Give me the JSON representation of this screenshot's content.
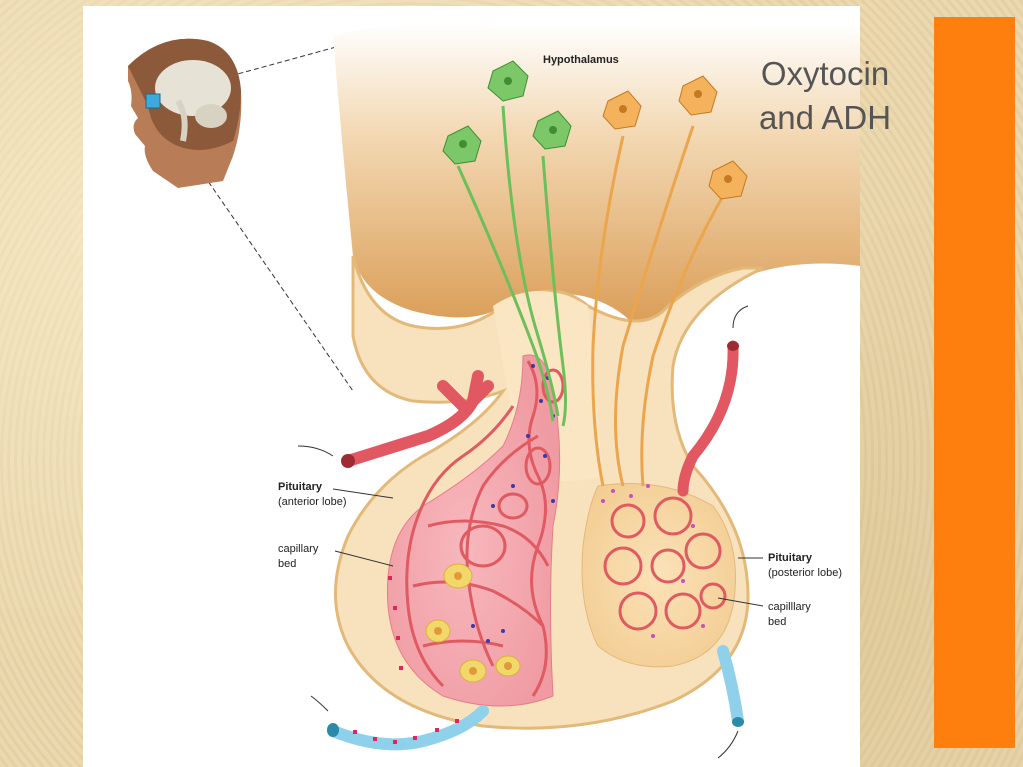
{
  "slide": {
    "title_line1": "Oxytocin",
    "title_line2": "and ADH",
    "accent_color": "#ff7f0e"
  },
  "diagram": {
    "labels": {
      "hypothalamus": "Hypothalamus",
      "anterior_title": "Pituitary",
      "anterior_sub": "(anterior lobe)",
      "capillary_left_1": "capillary",
      "capillary_left_2": "bed",
      "posterior_title": "Pituitary",
      "posterior_sub": "(posterior lobe)",
      "capillary_right_1": "capilllary",
      "capillary_right_2": "bed"
    },
    "neuron_colors": {
      "anterior_neurons": "#4caf50",
      "posterior_neurons": "#f5a742"
    },
    "head_marker_icon": "brain-location-icon"
  }
}
